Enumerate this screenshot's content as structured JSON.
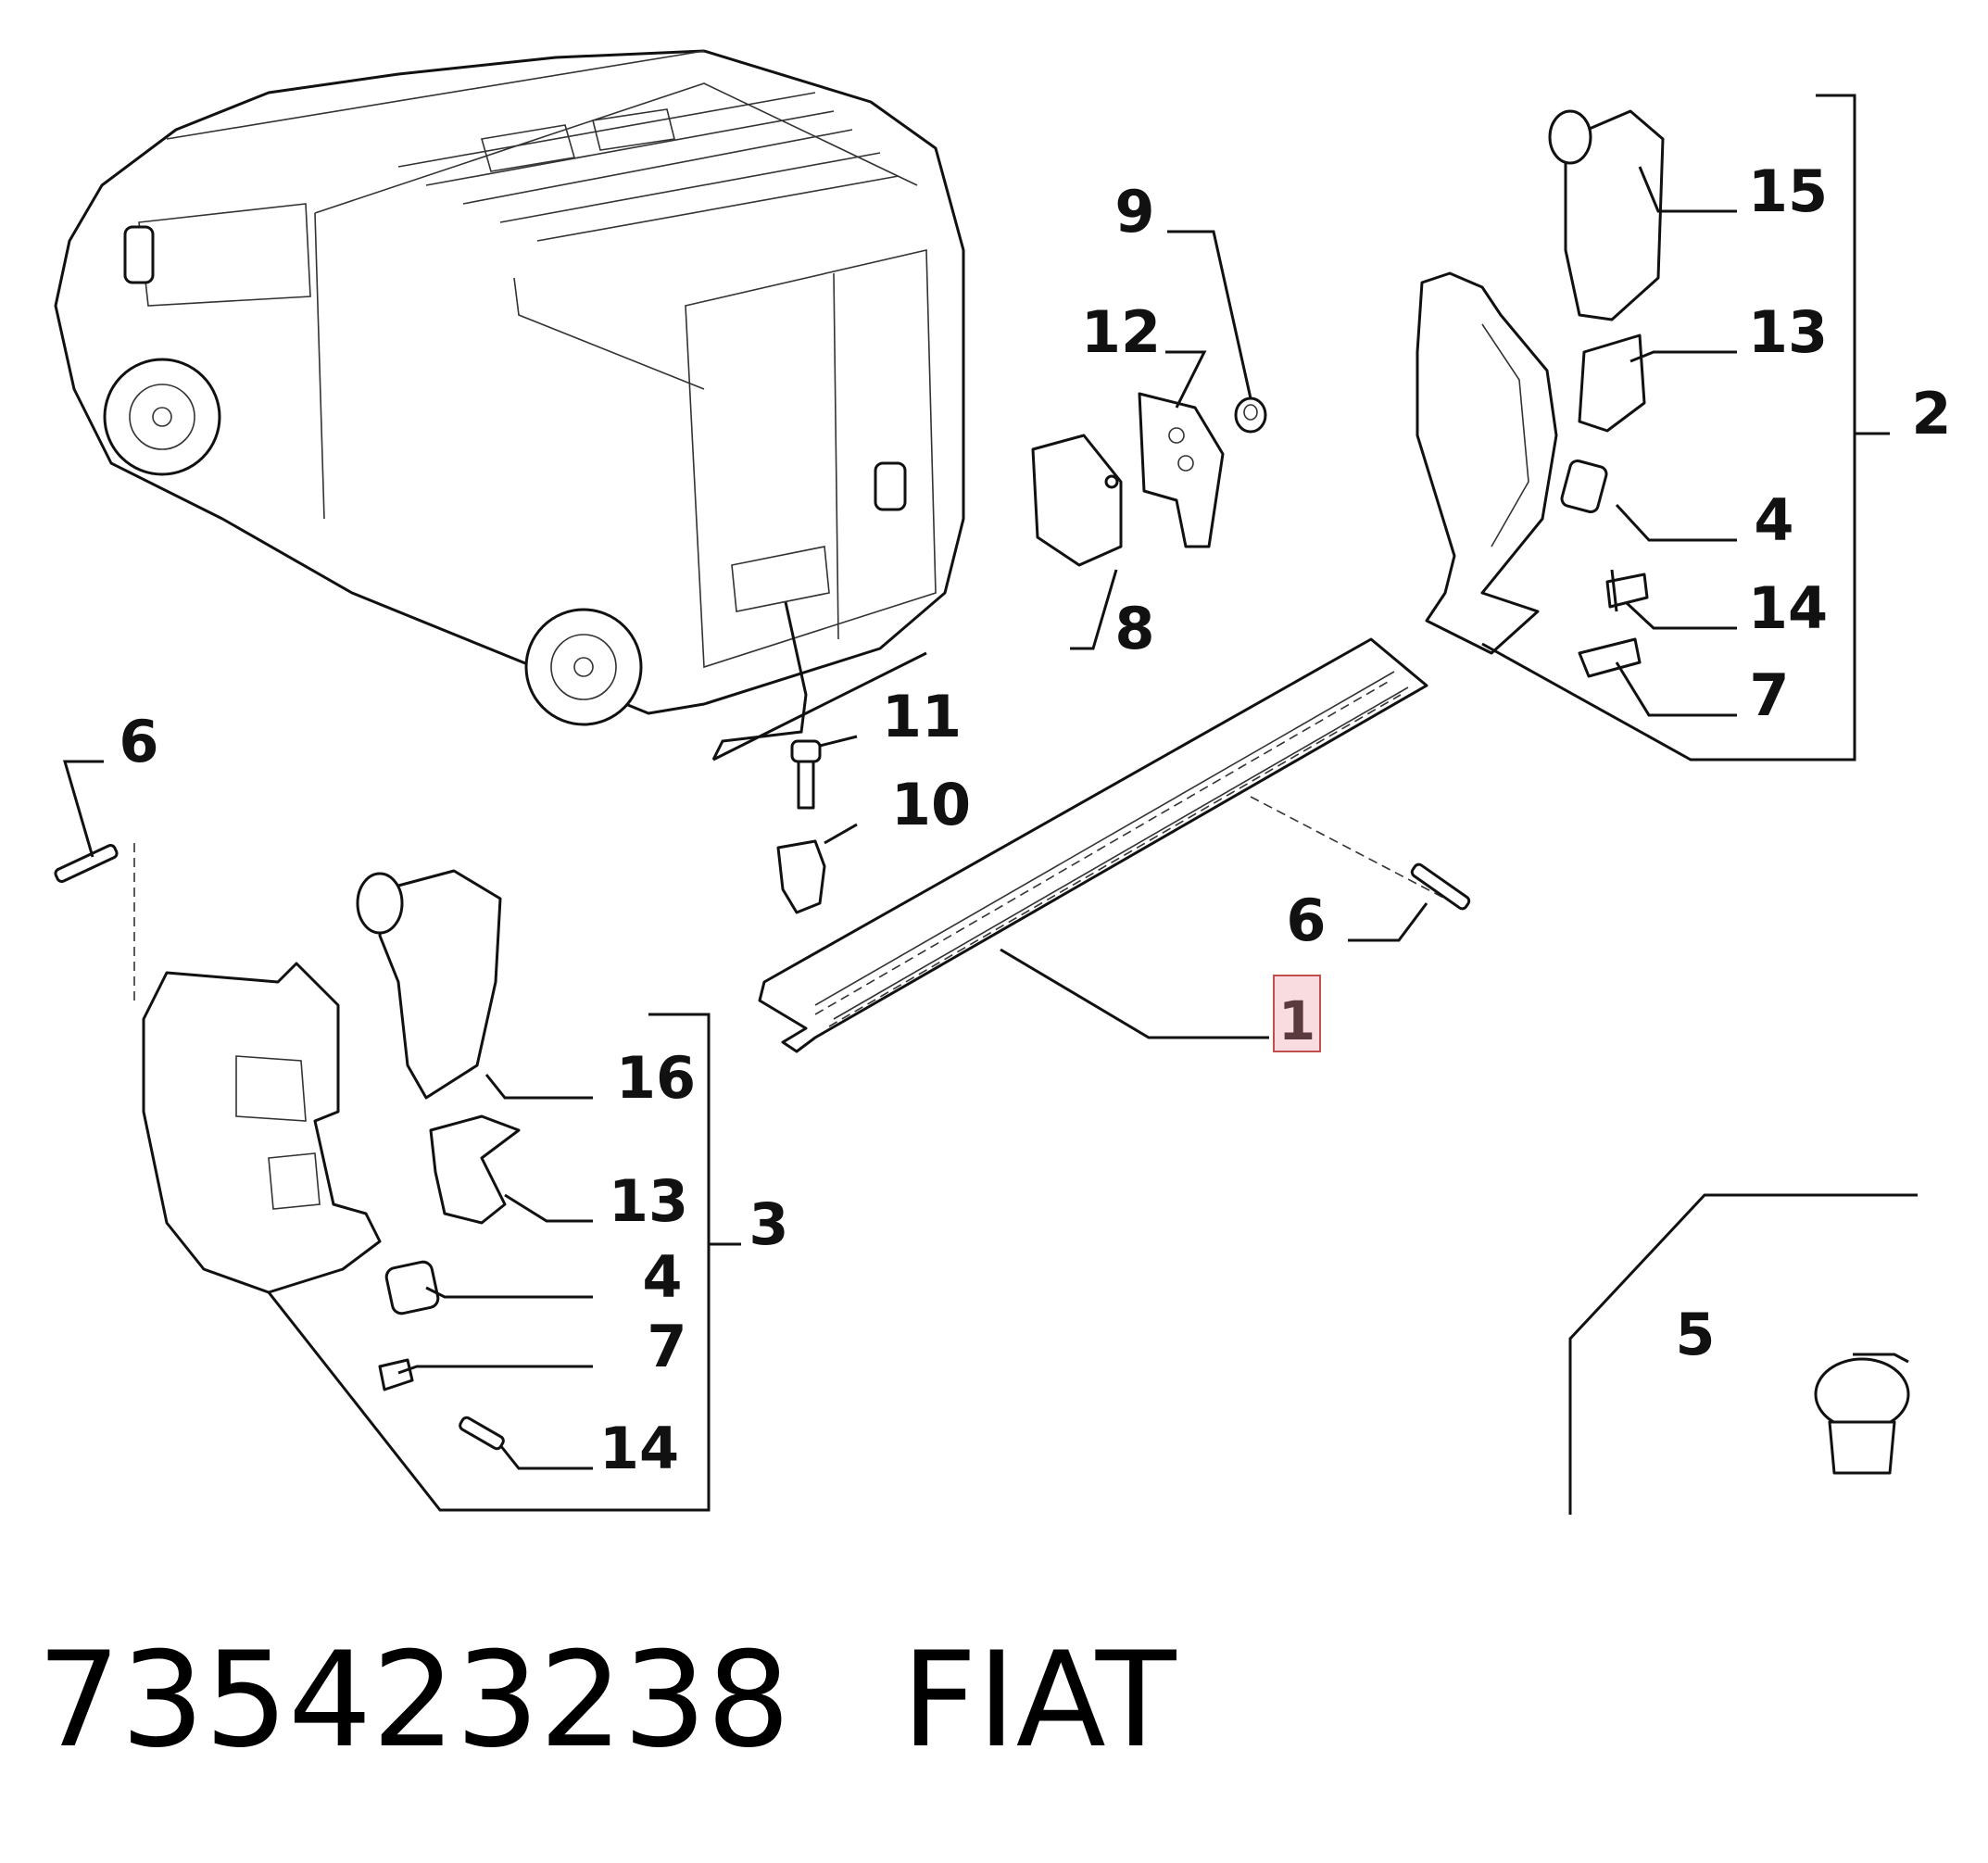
{
  "callouts": {
    "c1": "1",
    "c2": "2",
    "c3": "3",
    "c4a": "4",
    "c4b": "4",
    "c5": "5",
    "c6a": "6",
    "c6b": "6",
    "c7a": "7",
    "c7b": "7",
    "c8": "8",
    "c9": "9",
    "c10": "10",
    "c11": "11",
    "c12": "12",
    "c13a": "13",
    "c13b": "13",
    "c14a": "14",
    "c14b": "14",
    "c15": "15",
    "c16": "16"
  },
  "highlighted_callout": "1",
  "caption": {
    "part_number": "735423238",
    "brand": "FIAT"
  },
  "colors": {
    "highlight_fill": "#f8dce0",
    "highlight_stroke": "#c0504d",
    "ink": "#111111"
  }
}
